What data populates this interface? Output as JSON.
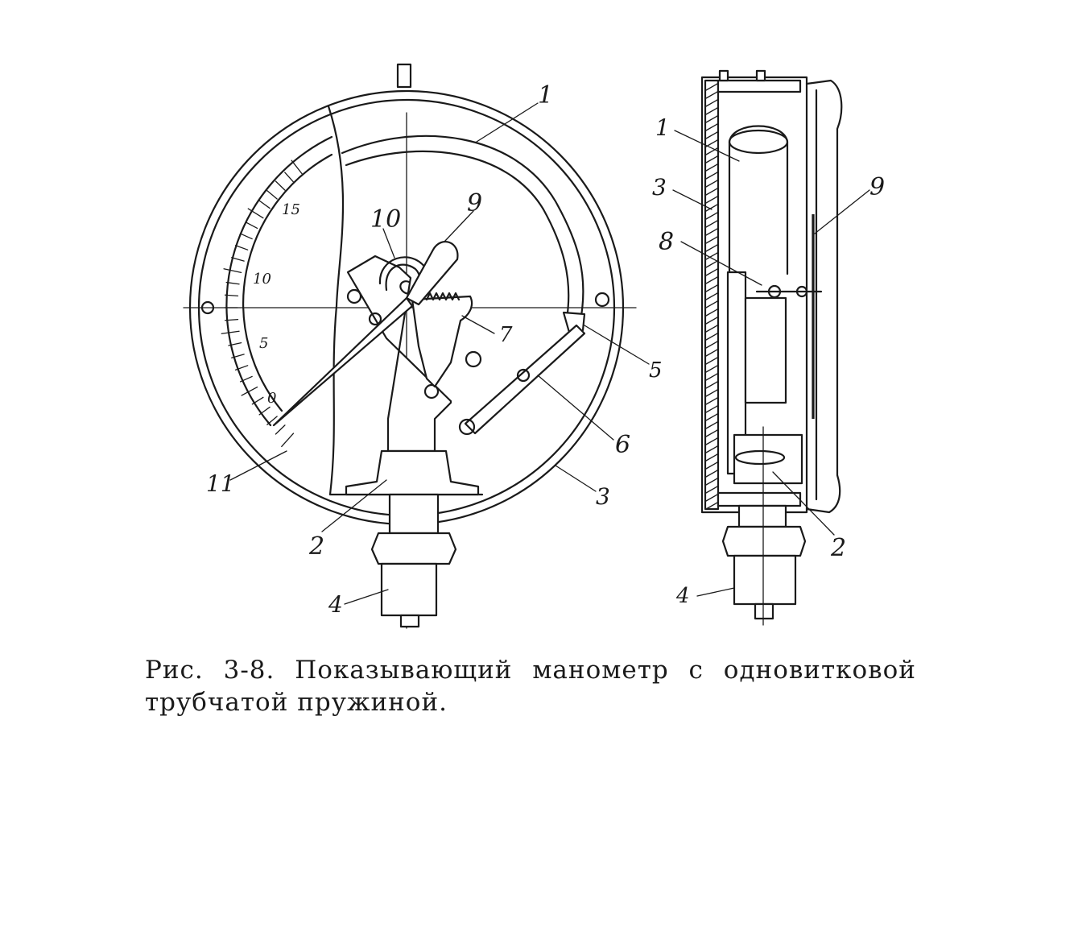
{
  "figure": {
    "front_view": {
      "scale_labels": [
        "0",
        "5",
        "10",
        "15"
      ],
      "part_labels": [
        "1",
        "2",
        "3",
        "4",
        "5",
        "6",
        "7",
        "9",
        "10",
        "11"
      ]
    },
    "side_view": {
      "part_labels": [
        "1",
        "2",
        "3",
        "4",
        "8",
        "9"
      ]
    }
  },
  "caption": {
    "number": "Рис.",
    "fig_id": "3-8.",
    "words_line1": [
      "Показывающий",
      "манометр",
      "с",
      "одновитковой"
    ],
    "line2": "трубчатой пружиной."
  }
}
